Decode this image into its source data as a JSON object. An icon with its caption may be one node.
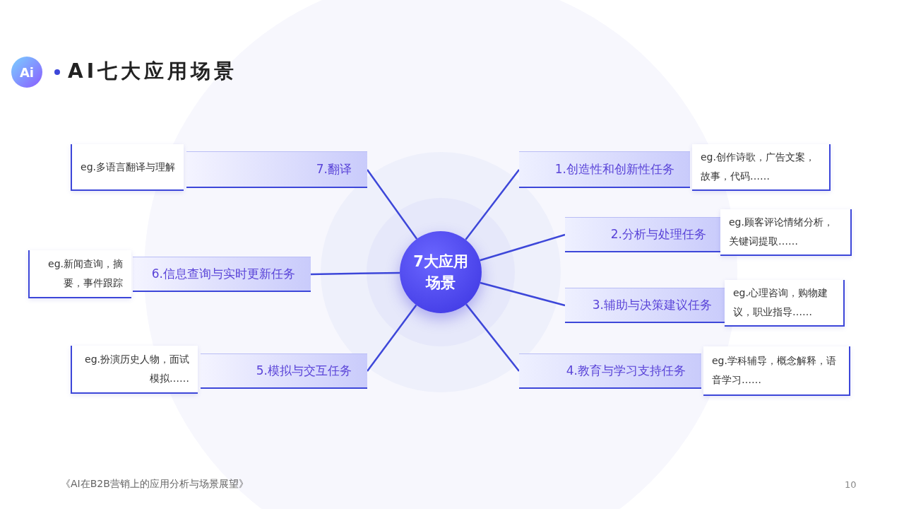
{
  "diagram": {
    "title": "AI七大应用场景",
    "nodes": [
      {
        "text": [
          "7大应用场景"
        ]
      },
      {
        "text": [
          "1.创造性和创新性任务"
        ]
      },
      {
        "text": [
          "2.分析与处理任务"
        ]
      },
      {
        "text": [
          "3.辅助与决策建议任务"
        ]
      },
      {
        "text": [
          "4.教育与学习支持任务"
        ]
      },
      {
        "text": [
          "5.模拟与交互任务"
        ]
      },
      {
        "text": [
          "6.信息查询与实时更新任务"
        ]
      },
      {
        "text": [
          "7.翻译"
        ]
      },
      {
        "text": [
          "eg.创作诗歌，广告文案，故事，代码……"
        ]
      },
      {
        "text": [
          "eg.顾客评论情绪分析，关键词提取……"
        ]
      },
      {
        "text": [
          "eg.心理咨询，购物建议，职业指导……"
        ]
      },
      {
        "text": [
          "eg.学科辅导，概念解释，语音学习……"
        ]
      },
      {
        "text": [
          "eg.扮演历史人物，面试模拟……"
        ]
      },
      {
        "text": [
          "eg.新闻查询，摘要，事件跟踪"
        ]
      },
      {
        "text": [
          "eg.多语言翻译与理解"
        ]
      }
    ],
    "edges": [
      {
        "from": 0,
        "to": 1,
        "arrow": "none"
      },
      {
        "from": 0,
        "to": 2,
        "arrow": "none"
      },
      {
        "from": 0,
        "to": 3,
        "arrow": "none"
      },
      {
        "from": 0,
        "to": 4,
        "arrow": "none"
      },
      {
        "from": 0,
        "to": 5,
        "arrow": "none"
      },
      {
        "from": 0,
        "to": 6,
        "arrow": "none"
      },
      {
        "from": 0,
        "to": 7,
        "arrow": "none"
      }
    ],
    "labels": [
      "Ai",
      "《AI在B2B营销上的应用分析与场景展望》",
      "10"
    ]
  }
}
